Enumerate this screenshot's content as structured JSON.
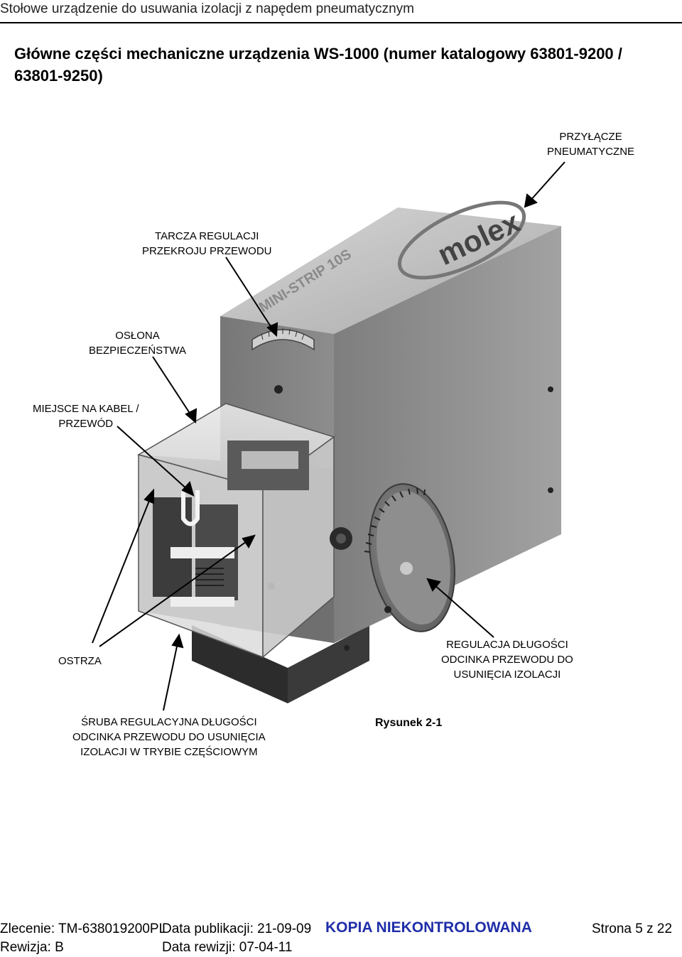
{
  "header": {
    "title": "Stołowe urządzenie do usuwania izolacji z napędem pneumatycznym"
  },
  "heading": "Główne części mechaniczne urządzenia WS-1000 (numer katalogowy 63801-9200 / 63801-9250)",
  "figure": {
    "brand_logo": "molex",
    "side_text": "MINI-STRIP 10S",
    "labels": {
      "pneumatic": [
        "PRZYŁĄCZE",
        "PNEUMATYCZNE"
      ],
      "dial": [
        "TARCZA REGULACJI",
        "PRZEKROJU PRZEWODU"
      ],
      "guard": [
        "OSŁONA",
        "BEZPIECZEŃSTWA"
      ],
      "cable": [
        "MIEJSCE NA KABEL /",
        "PRZEWÓD"
      ],
      "blades": [
        "OSTRZA"
      ],
      "length": [
        "REGULACJA DŁUGOŚCI",
        "ODCINKA PRZEWODU DO",
        "USUNIĘCIA IZOLACJI"
      ],
      "screw": [
        "ŚRUBA REGULACYJNA DŁUGOŚCI",
        "ODCINKA PRZEWODU DO USUNIĘCIA",
        "IZOLACJI W TRYBIE CZĘŚCIOWYM"
      ]
    },
    "caption": "Rysunek 2-1"
  },
  "footer": {
    "order": "Zlecenie: TM-638019200PL",
    "published": "Data publikacji: 21-09-09",
    "uncontrolled": "KOPIA NIEKONTROLOWANA",
    "page": "Strona 5 z 22",
    "revision": "Rewizja: B",
    "revised": "Data rewizji: 07-04-11"
  },
  "colors": {
    "uncontrolled": "#1f2ea8"
  }
}
